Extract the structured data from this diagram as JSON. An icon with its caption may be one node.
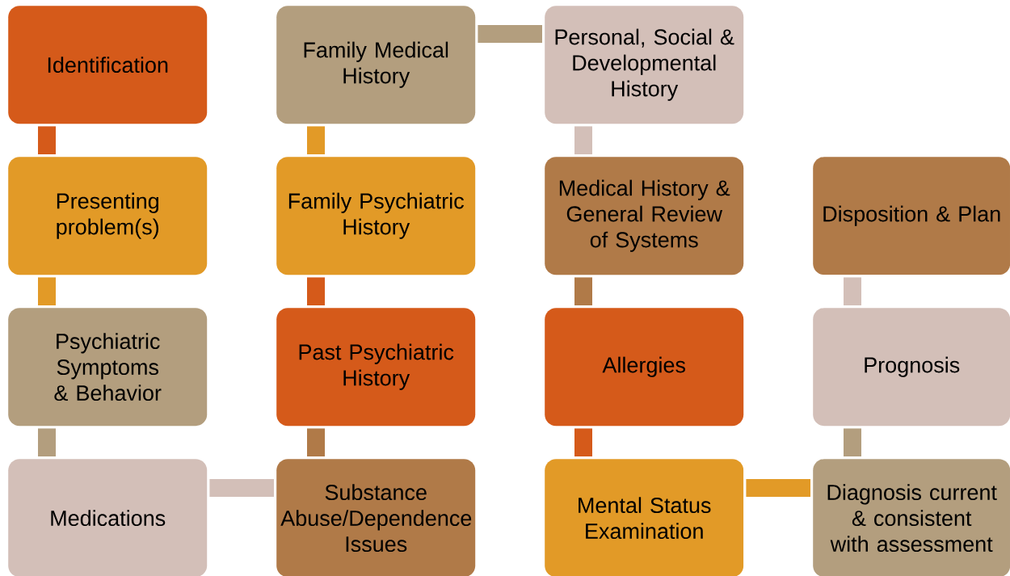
{
  "diagram": {
    "nodes": [
      {
        "text": [
          "Identification"
        ]
      },
      {
        "text": [
          "Family Medical History"
        ]
      },
      {
        "text": [
          "Personal, Social & Developmental History"
        ]
      },
      {
        "text": [
          "Presenting problem(s)"
        ]
      },
      {
        "text": [
          "Family Psychiatric History"
        ]
      },
      {
        "text": [
          "Medical History & General Review of Systems"
        ]
      },
      {
        "text": [
          "Disposition & Plan"
        ]
      },
      {
        "text": [
          "Psychiatric Symptoms & Behavior"
        ]
      },
      {
        "text": [
          "Past Psychiatric History"
        ]
      },
      {
        "text": [
          "Allergies"
        ]
      },
      {
        "text": [
          "Prognosis"
        ]
      },
      {
        "text": [
          "Medications"
        ]
      },
      {
        "text": [
          "Substance Abuse/Dependence Issues"
        ]
      },
      {
        "text": [
          "Mental Status Examination"
        ]
      },
      {
        "text": [
          "Diagnosis current & consistent with assessment"
        ]
      }
    ],
    "edges": [
      {
        "from": 0,
        "to": 3,
        "arrow": "none",
        "color": "#d55a1a"
      },
      {
        "from": 3,
        "to": 7,
        "arrow": "none",
        "color": "#e29a27"
      },
      {
        "from": 7,
        "to": 11,
        "arrow": "none",
        "color": "#b39e7e"
      },
      {
        "from": 11,
        "to": 12,
        "arrow": "none",
        "color": "#d3bfb8"
      },
      {
        "from": 12,
        "to": 8,
        "arrow": "none",
        "color": "#b07a48"
      },
      {
        "from": 8,
        "to": 4,
        "arrow": "none",
        "color": "#d55a1a"
      },
      {
        "from": 4,
        "to": 1,
        "arrow": "none",
        "color": "#e29a27"
      },
      {
        "from": 1,
        "to": 2,
        "arrow": "none",
        "color": "#b39e7e"
      },
      {
        "from": 2,
        "to": 5,
        "arrow": "none",
        "color": "#d3bfb8"
      },
      {
        "from": 5,
        "to": 9,
        "arrow": "none",
        "color": "#b07a48"
      },
      {
        "from": 9,
        "to": 13,
        "arrow": "none",
        "color": "#d55a1a"
      },
      {
        "from": 13,
        "to": 14,
        "arrow": "none",
        "color": "#e29a27"
      },
      {
        "from": 14,
        "to": 10,
        "arrow": "none",
        "color": "#b39e7e"
      },
      {
        "from": 10,
        "to": 6,
        "arrow": "none",
        "color": "#d3bfb8"
      }
    ]
  }
}
